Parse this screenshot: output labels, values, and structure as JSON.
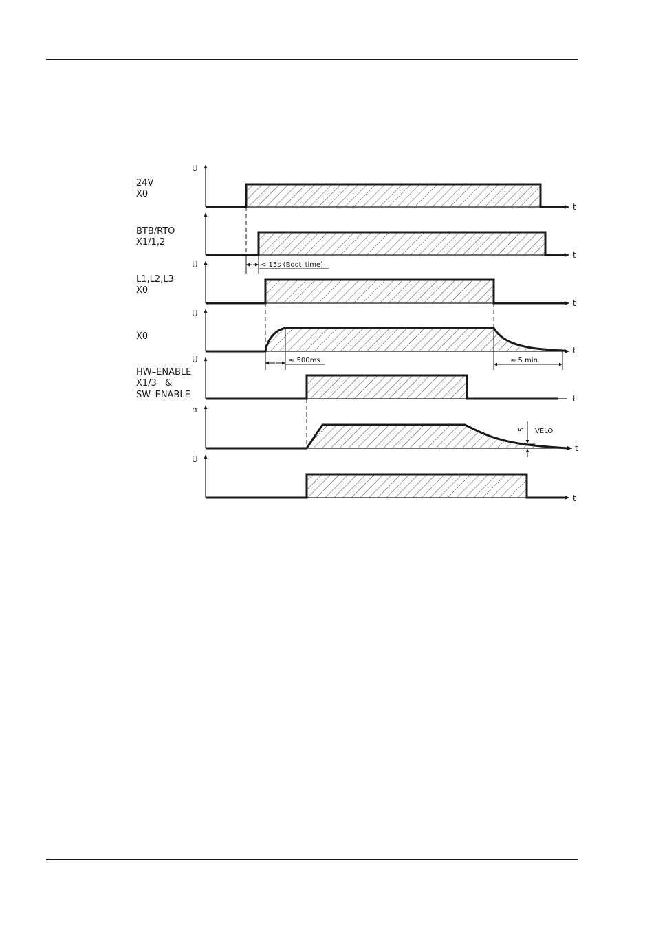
{
  "diagram": {
    "signals": [
      {
        "id": "24v",
        "label_lines": [
          "24V",
          "X0"
        ],
        "y_axis": "U"
      },
      {
        "id": "btb",
        "label_lines": [
          "BTB/RTO",
          "X1/1,2"
        ],
        "y_axis": ""
      },
      {
        "id": "l123",
        "label_lines": [
          "L1,L2,L3",
          "X0"
        ],
        "y_axis": "U"
      },
      {
        "id": "dcbus",
        "label_lines": [
          "X0"
        ],
        "y_axis": "U"
      },
      {
        "id": "enable",
        "label_lines": [
          "HW–ENABLE",
          "X1/3   &",
          "SW–ENABLE"
        ],
        "y_axis": "U"
      },
      {
        "id": "speed",
        "label_lines": [],
        "y_axis": "n"
      },
      {
        "id": "brake",
        "label_lines": [],
        "y_axis": "U"
      }
    ],
    "time_axis_label": "t",
    "annotations": {
      "boot_time": "< 15s (Boot–time)",
      "charge_time": "≈  500ms",
      "discharge_time": "≈  5  min.",
      "velo_value": "5",
      "velo_label": "VELO"
    }
  }
}
